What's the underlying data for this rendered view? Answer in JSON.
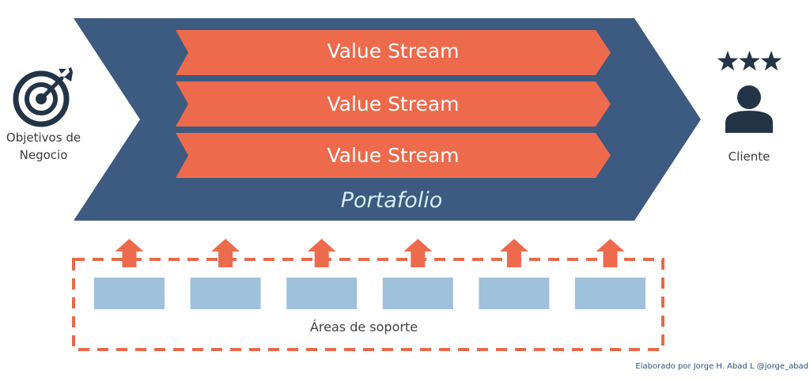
{
  "colors": {
    "portfolio_chevron": "#3d5a80",
    "value_stream": "#ee6a4c",
    "support_box": "#9fc1da",
    "dashed_border": "#e8694a",
    "icon_dark": "#243447",
    "portfolio_text": "#d6eef8",
    "credit_text": "#2f4f7f"
  },
  "left": {
    "icon": "target-arrow-icon",
    "label": "Objetivos de Negocio"
  },
  "right": {
    "rating_icon": "three-stars-icon",
    "stars": 3,
    "icon": "person-icon",
    "label": "Cliente"
  },
  "portfolio": {
    "label": "Portafolio",
    "value_streams": [
      {
        "label": "Value Stream"
      },
      {
        "label": "Value Stream"
      },
      {
        "label": "Value Stream"
      }
    ]
  },
  "support": {
    "label": "Áreas de soporte",
    "areas_count": 6,
    "arrow_icon": "arrow-up-icon"
  },
  "credit": "Elaborado por Jorge H. Abad L @jorge_abad"
}
